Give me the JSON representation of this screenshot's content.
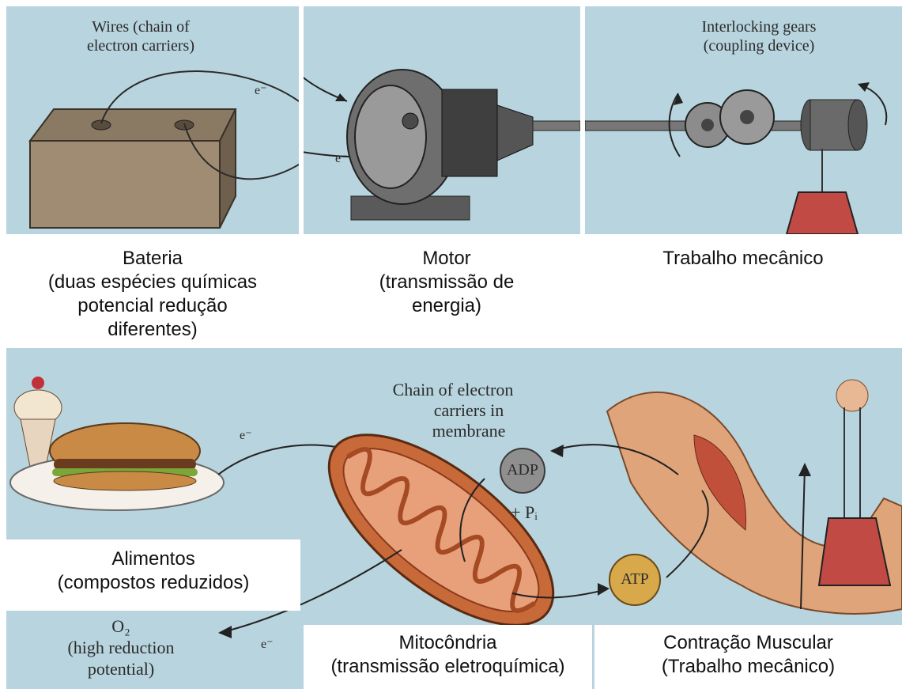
{
  "top": {
    "wires_label": [
      "Wires (chain of",
      "electron carriers)"
    ],
    "gears_label": [
      "Interlocking gears",
      "(coupling device)"
    ],
    "electron_top": "e⁻",
    "electron_bottom": "e⁻",
    "battery_caption": [
      "Bateria",
      "(duas espécies químicas",
      "potencial redução",
      "diferentes)"
    ],
    "motor_caption": [
      "Motor",
      "(transmissão de",
      "energia)"
    ],
    "work_caption": "Trabalho mecânico"
  },
  "bottom": {
    "chain_label": [
      "Chain of electron",
      "carriers in",
      "membrane"
    ],
    "adp": "ADP",
    "pi": "+ Pᵢ",
    "atp": "ATP",
    "electron_food": "e⁻",
    "electron_o2": "e⁻",
    "o2_label": [
      "O₂",
      "(high reduction",
      "potential)"
    ],
    "food_caption": [
      "Alimentos",
      "(compostos reduzidos)"
    ],
    "mito_caption": [
      "Mitocôndria",
      "(transmissão eletroquímica)"
    ],
    "muscle_caption": [
      "Contração Muscular",
      "(Trabalho mecânico)"
    ]
  },
  "colors": {
    "panel_bg": "#b8d4de",
    "mito": "#c8693a",
    "muscle": "#e0a47a",
    "ball_gray": "#8f8f8f",
    "atp_ball": "#d8a94a"
  }
}
